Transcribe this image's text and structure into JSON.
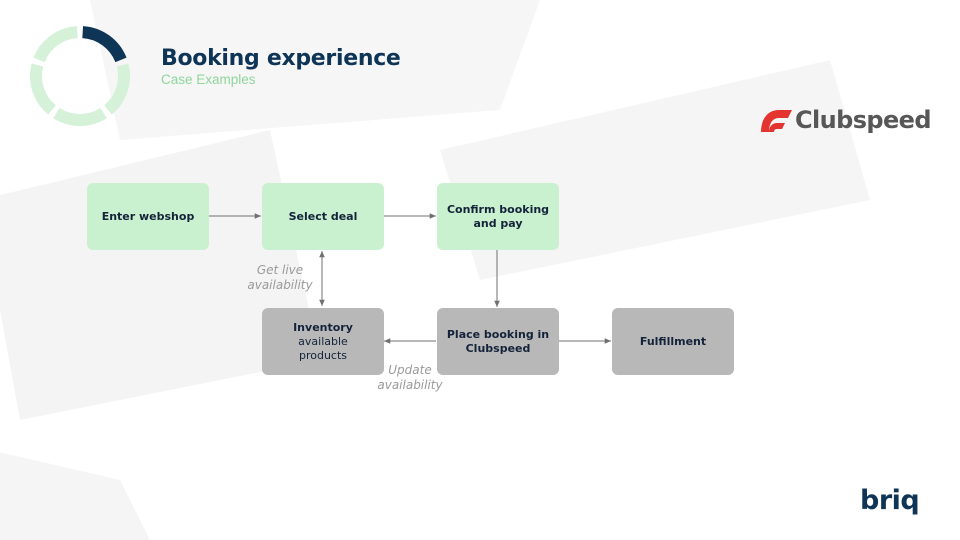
{
  "header": {
    "title": "Booking experience",
    "subtitle": "Case Examples"
  },
  "progress_ring": {
    "segments": 5,
    "active_segment": 2,
    "inactive_color": "#d5f2d9",
    "active_color": "#0f3556"
  },
  "partner_logo": {
    "text": "Clubspeed",
    "mark_color": "#e3342f"
  },
  "brand_logo": {
    "text": "briq"
  },
  "diagram": {
    "nodes": {
      "enter_webshop": {
        "lines": [
          "Enter webshop"
        ]
      },
      "select_deal": {
        "lines": [
          "Select deal"
        ]
      },
      "confirm_booking": {
        "lines": [
          "Confirm booking",
          "and pay"
        ]
      },
      "inventory": {
        "lines": [
          "Inventory",
          "available",
          "products"
        ]
      },
      "place_booking": {
        "lines": [
          "Place booking in",
          "Clubspeed"
        ]
      },
      "fulfillment": {
        "lines": [
          "Fulfillment"
        ]
      }
    },
    "edge_labels": {
      "get_live": [
        "Get live",
        "availability"
      ],
      "update": [
        "Update",
        "availability"
      ]
    }
  },
  "colors": {
    "title": "#0f3556",
    "subtitle": "#8fd69c",
    "node_green": "#c9f0cf",
    "node_grey": "#b8b8b8",
    "arrow": "#707070",
    "background_shape": "#f3f3f4"
  }
}
